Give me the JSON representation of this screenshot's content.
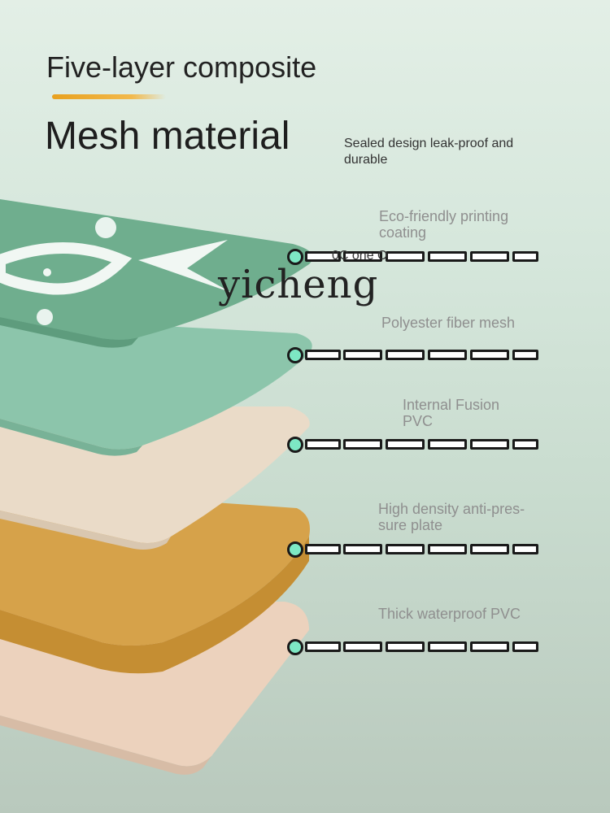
{
  "header": {
    "title": "Five-layer composite",
    "subtitle_main": "Mesh material",
    "note": "Sealed design leak-proof and durable"
  },
  "watermark": "yicheng",
  "small_text": "0C one O",
  "layers": [
    {
      "label": "Eco-friendly printing coating"
    },
    {
      "label": "Polyester fiber mesh"
    },
    {
      "label": "Internal Fusion PVC"
    },
    {
      "label": "High density anti-pres-sure plate"
    },
    {
      "label": "Thick waterproof PVC"
    }
  ],
  "colors": {
    "pointer_dot": "#7de8c4",
    "accent_underline": "#e8a11f",
    "layer1": "#6fae8e",
    "layer2": "#8cc5ab",
    "layer3": "#eadbc8",
    "layer4": "#c8953a",
    "layer5": "#ecd2bd"
  }
}
